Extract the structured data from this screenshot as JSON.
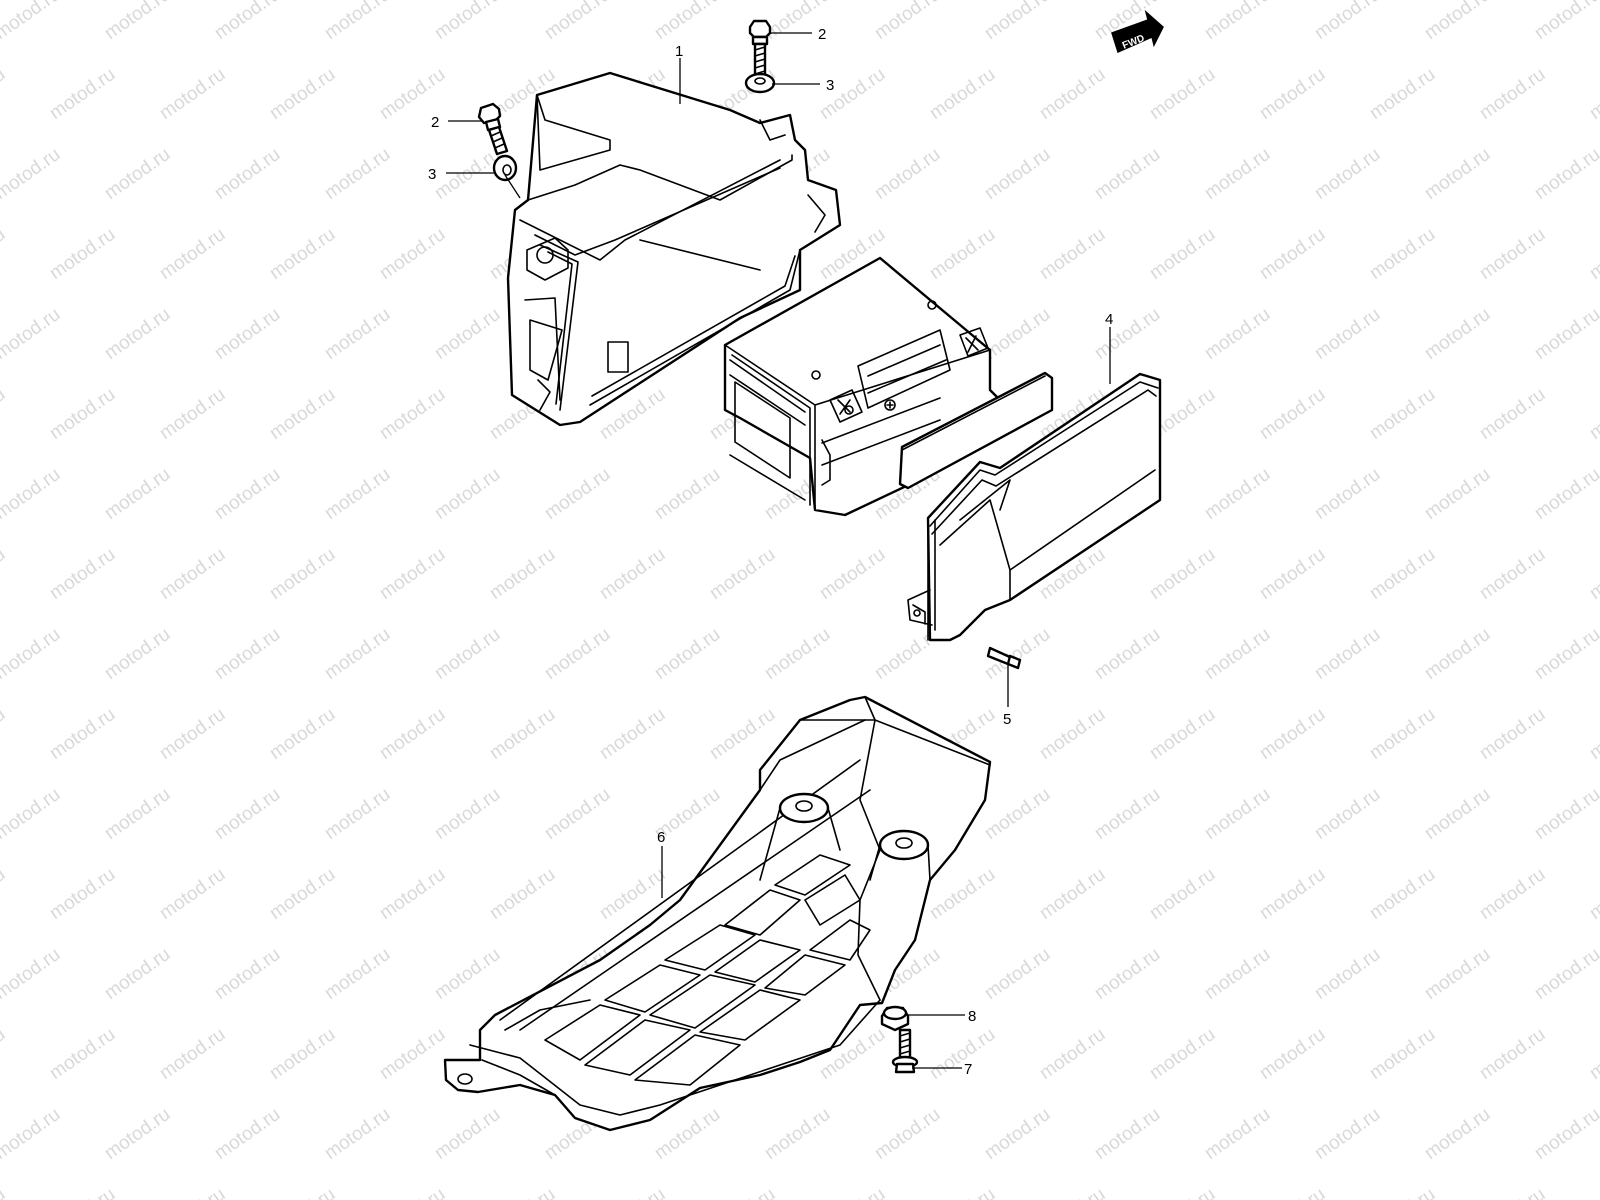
{
  "watermark": "motod.ru",
  "direction_badge": "FWD",
  "callouts": [
    {
      "id": "c1",
      "label": "1"
    },
    {
      "id": "c2a",
      "label": "2"
    },
    {
      "id": "c2b",
      "label": "2"
    },
    {
      "id": "c3a",
      "label": "3"
    },
    {
      "id": "c3b",
      "label": "3"
    },
    {
      "id": "c4",
      "label": "4"
    },
    {
      "id": "c5",
      "label": "5"
    },
    {
      "id": "c6",
      "label": "6"
    },
    {
      "id": "c7",
      "label": "7"
    },
    {
      "id": "c8",
      "label": "8"
    }
  ],
  "colors": {
    "line": "#000000",
    "watermark": "#d9d9d9",
    "background": "#ffffff"
  }
}
